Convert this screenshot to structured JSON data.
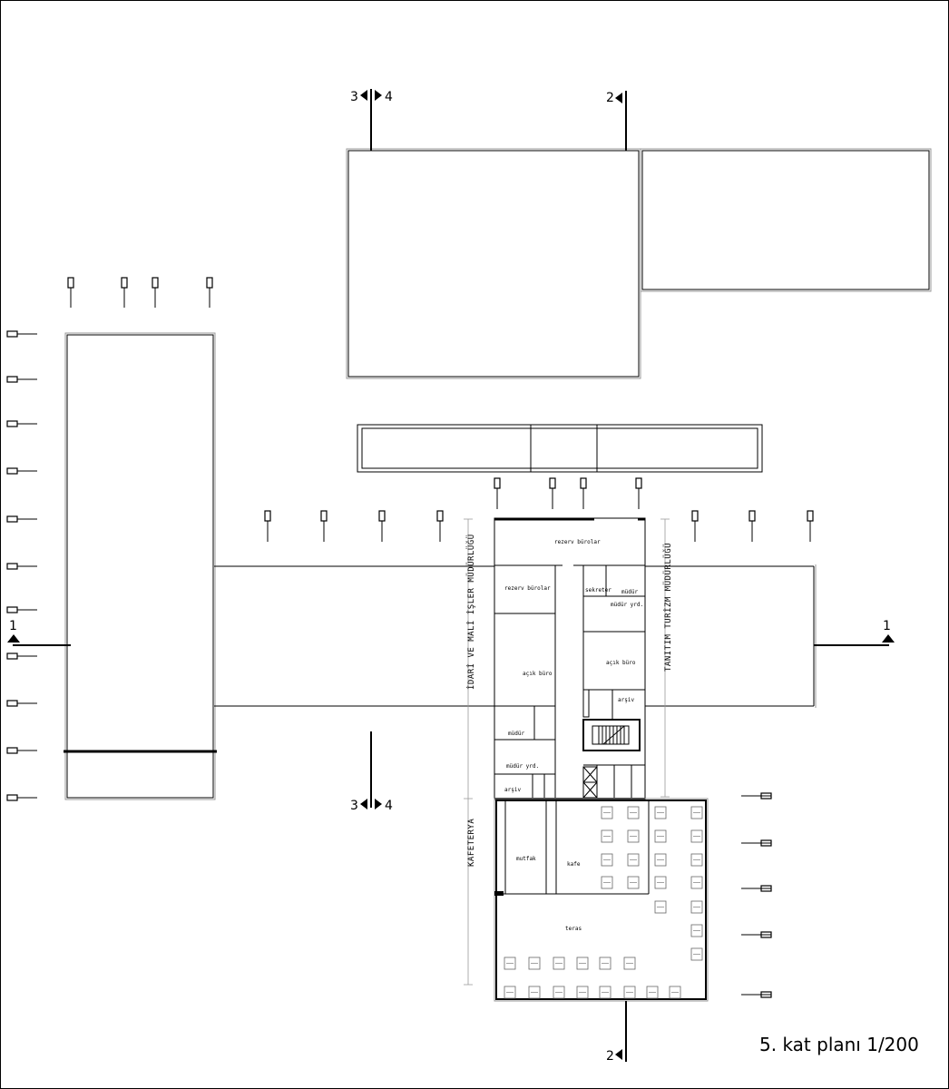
{
  "title": "5. kat planı 1/200",
  "departments": {
    "admin": "İDARİ VE MALİ İŞLER MÜDÜRLÜĞÜ",
    "tourism": "TANITIM TURİZM MÜDÜRLÜĞÜ",
    "cafeteria": "KAFETERYA"
  },
  "rooms": {
    "rezerv_top": "rezerv bürolar",
    "rezerv_left": "rezerv bürolar",
    "sekreter": "sekreter",
    "mudur_right": "müdür",
    "mudur_yrd_right": "müdür yrd.",
    "acik_buro_left": "açık büro",
    "acik_buro_right": "açık büro",
    "arsiv_right": "arşiv",
    "mudur_left": "müdür",
    "mudur_yrd_left": "müdür yrd.",
    "arsiv_left": "arşiv",
    "mutfak": "mutfak",
    "kafe": "kafe",
    "teras": "teras"
  },
  "section_markers": {
    "s1": "1",
    "s2": "2",
    "s3": "3",
    "s4": "4"
  }
}
